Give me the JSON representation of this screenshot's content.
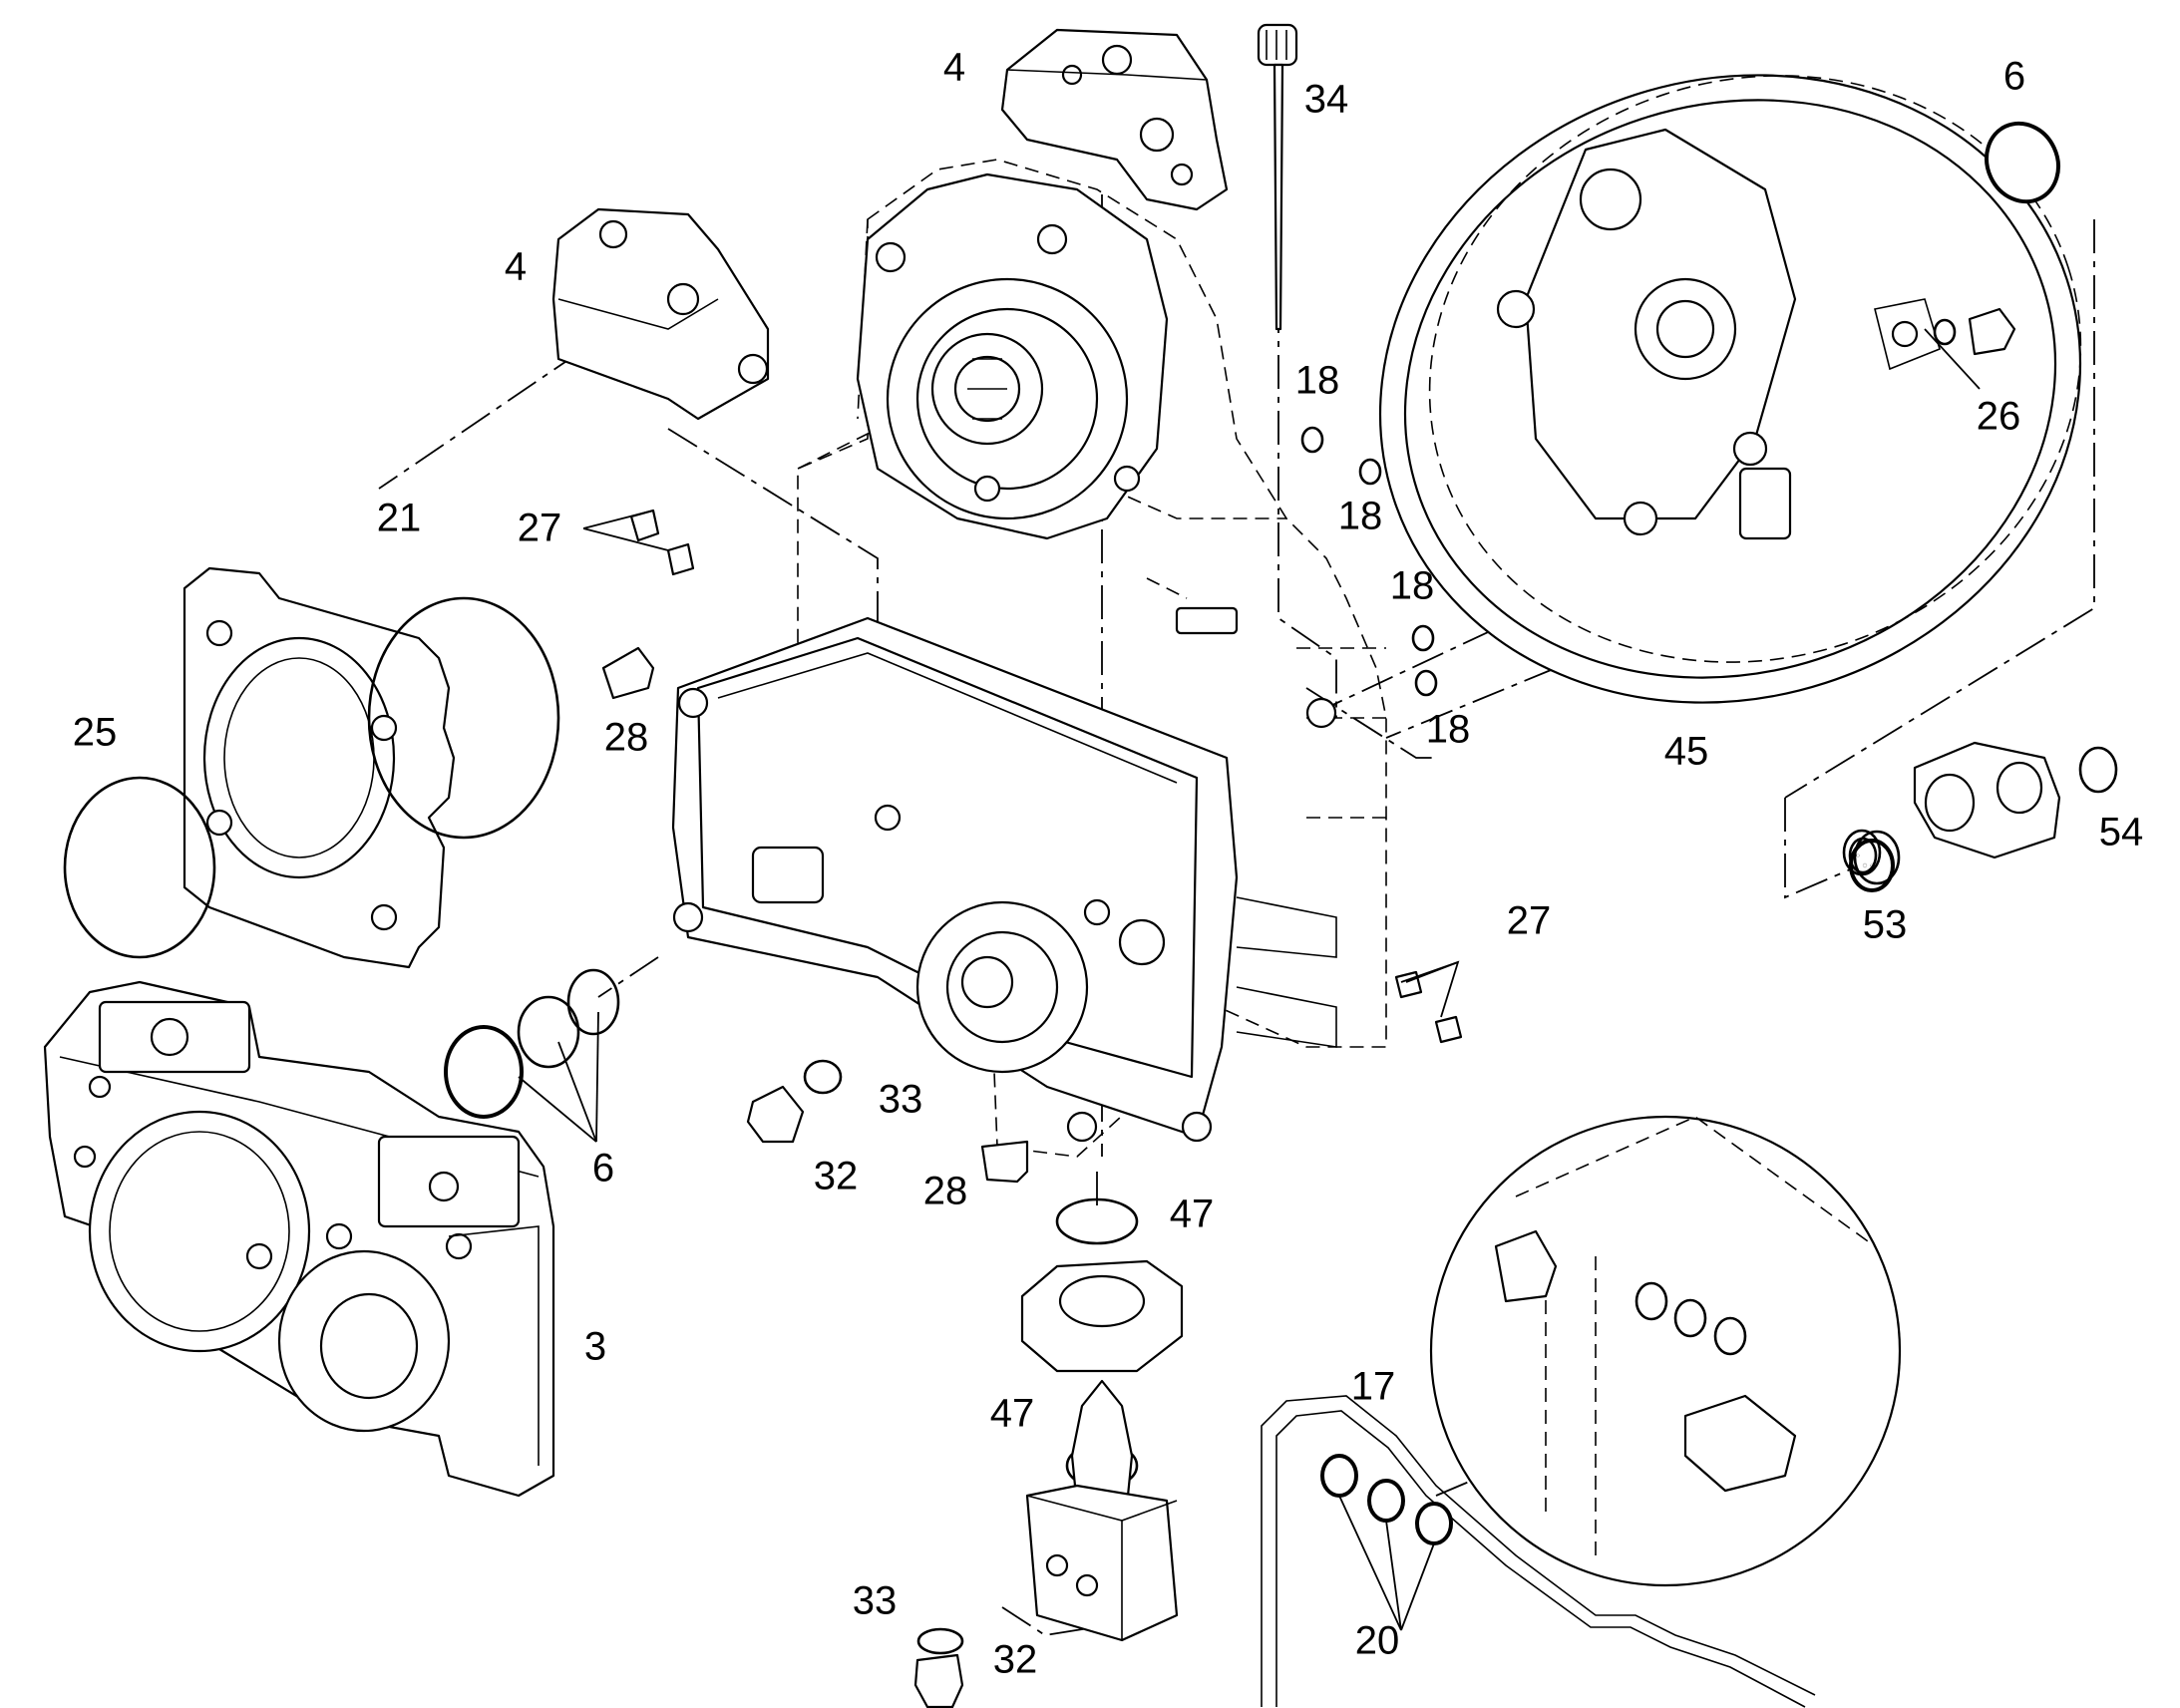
{
  "callouts": [
    "4",
    "4",
    "34",
    "6",
    "18",
    "18",
    "18",
    "18",
    "26",
    "21",
    "27",
    "27",
    "25",
    "28",
    "28",
    "45",
    "53",
    "54",
    "6",
    "33",
    "32",
    "47",
    "47",
    "3",
    "17",
    "20",
    "33",
    "32"
  ],
  "colors": {
    "line": "#000000",
    "background": "#ffffff"
  }
}
